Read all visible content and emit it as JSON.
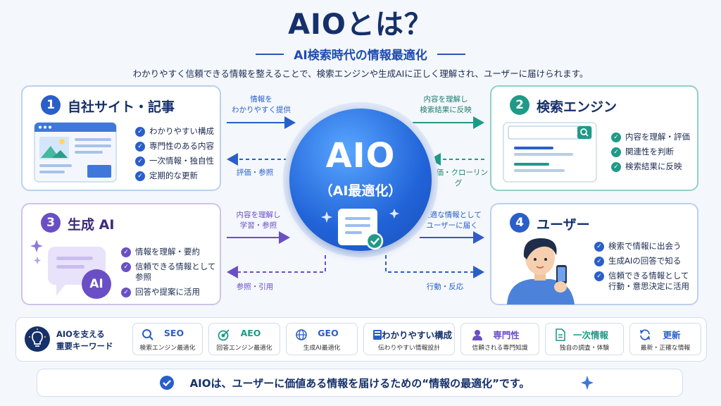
{
  "header": {
    "title": "AIOとは？",
    "subtitle": "AI検索時代の情報最適化",
    "description": "わかりやすく信頼できる情報を整えることで、検索エンジンや生成AIに正しく理解され、ユーザーに届けられます。"
  },
  "colors": {
    "blue": "#2a5fc9",
    "teal": "#1f9a87",
    "purple": "#6a4fc4",
    "navy": "#15306a"
  },
  "cards": [
    {
      "num": "1",
      "title": "自社サイト・記事",
      "items": [
        "わかりやすい構成",
        "専門性のある内容",
        "一次情報・独自性",
        "定期的な更新"
      ]
    },
    {
      "num": "2",
      "title": "検索エンジン",
      "items": [
        "内容を理解・評価",
        "関連性を判断",
        "検索結果に反映"
      ]
    },
    {
      "num": "3",
      "title": "生成 AI",
      "badge": "AI",
      "items": [
        "情報を理解・要約",
        "信頼できる情報として参照",
        "回答や提案に活用"
      ]
    },
    {
      "num": "4",
      "title": "ユーザー",
      "items": [
        "検索で情報に出会う",
        "生成AIの回答で知る",
        "信頼できる情報として",
        "行動・意思決定に活用"
      ]
    }
  ],
  "flows": {
    "f1_top": [
      "情報を",
      "わかりやすく提供"
    ],
    "f1_bottom": "評価・参照",
    "f2_top": [
      "内容を理解し",
      "検索結果に反映"
    ],
    "f2_bottom": "評価・クローリング",
    "f3_top": [
      "内容を理解し",
      "学習・参照"
    ],
    "f3_bottom": "参照・引用",
    "f4_top": [
      "最適な情報として",
      "ユーザーに届く"
    ],
    "f4_bottom": "行動・反応"
  },
  "center": {
    "title": "AIO",
    "subtitle": "（AI最適化）"
  },
  "keywords": {
    "heading": [
      "AIOを支える",
      "重要キーワード"
    ],
    "items": [
      {
        "title": "SEO",
        "desc": "検索エンジン最適化",
        "icon": "search-icon"
      },
      {
        "title": "AEO",
        "desc": "回答エンジン最適化",
        "icon": "target-icon"
      },
      {
        "title": "GEO",
        "desc": "生成AI最適化",
        "icon": "globe-icon"
      },
      {
        "title": "わかりやすい構成",
        "desc": "伝わりやすい情報設計",
        "icon": "book-icon"
      },
      {
        "title": "専門性",
        "desc": "信頼される専門知識",
        "icon": "expert-icon"
      },
      {
        "title": "一次情報",
        "desc": "独自の調査・体験",
        "icon": "document-icon"
      },
      {
        "title": "更新",
        "desc": "最新・正確な情報",
        "icon": "refresh-icon"
      }
    ]
  },
  "footer": {
    "text": "AIOは、ユーザーに価値ある情報を届けるための“情報の最適化”です。"
  }
}
